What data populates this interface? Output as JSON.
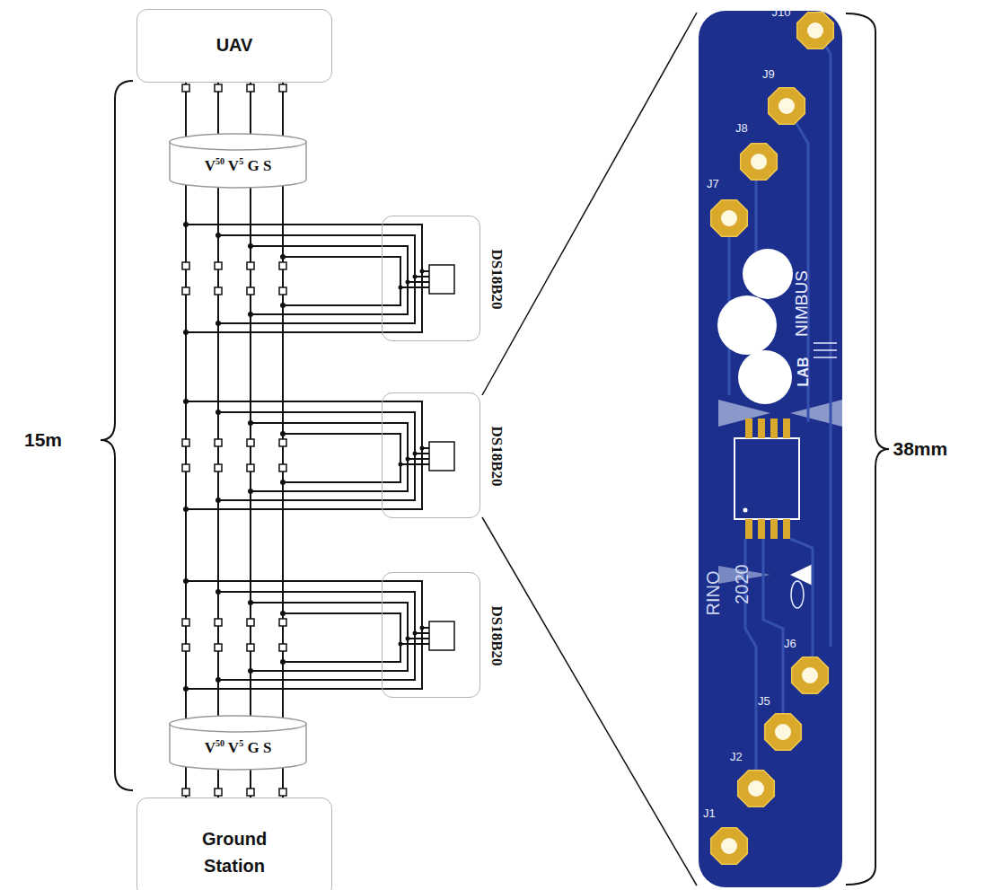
{
  "diagram": {
    "nodes": [
      {
        "text": [
          "UAV"
        ]
      },
      {
        "text": [
          "V50 V5 G S"
        ]
      },
      {
        "text": [
          "DS18B20"
        ]
      },
      {
        "text": [
          "DS18B20"
        ]
      },
      {
        "text": [
          "DS18B20"
        ]
      },
      {
        "text": [
          "V50 V5 G S"
        ]
      },
      {
        "text": [
          "Ground Station"
        ]
      }
    ],
    "edges": [
      {
        "from": 0,
        "to": 1,
        "arrow": "none"
      },
      {
        "from": 1,
        "to": 5,
        "arrow": "none"
      },
      {
        "from": 5,
        "to": 6,
        "arrow": "none"
      }
    ],
    "labels": [
      "15m",
      "J10",
      "J9",
      "J8",
      "J7",
      "NIMBUS",
      "LAB",
      "RINO",
      "2020",
      "J6",
      "J5",
      "J2",
      "J1",
      "38mm"
    ]
  }
}
